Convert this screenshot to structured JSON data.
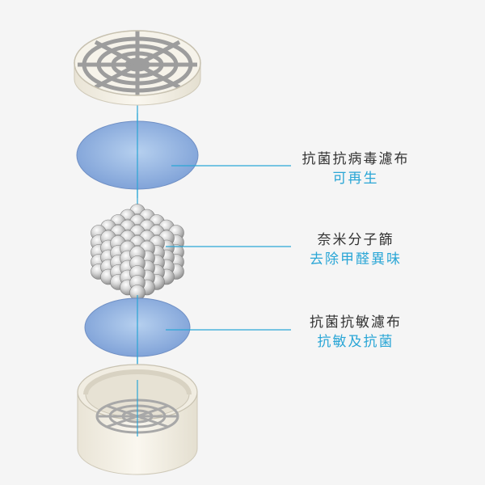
{
  "colors": {
    "background": "#f5f5f5",
    "accent": "#2aa6d6",
    "title_text": "#333333",
    "cream": "#f3efe4",
    "cream_edge": "#cfc9b8",
    "filter_blue_center": "#aec9ec",
    "filter_blue_edge": "#7c9fd6"
  },
  "layers": [
    {
      "id": "top-cap",
      "icon": "grid-cap-icon"
    },
    {
      "id": "antivirus-filter",
      "icon": "filter-disc-icon",
      "title": "抗菌抗病毒濾布",
      "subtitle": "可再生"
    },
    {
      "id": "nano-sieve",
      "icon": "molecular-sieve-icon",
      "title": "奈米分子篩",
      "subtitle": "去除甲醛異味"
    },
    {
      "id": "antiallergy-filter",
      "icon": "filter-disc-icon",
      "title": "抗菌抗敏濾布",
      "subtitle": "抗敏及抗菌"
    },
    {
      "id": "bottom-cup",
      "icon": "housing-cup-icon"
    }
  ]
}
